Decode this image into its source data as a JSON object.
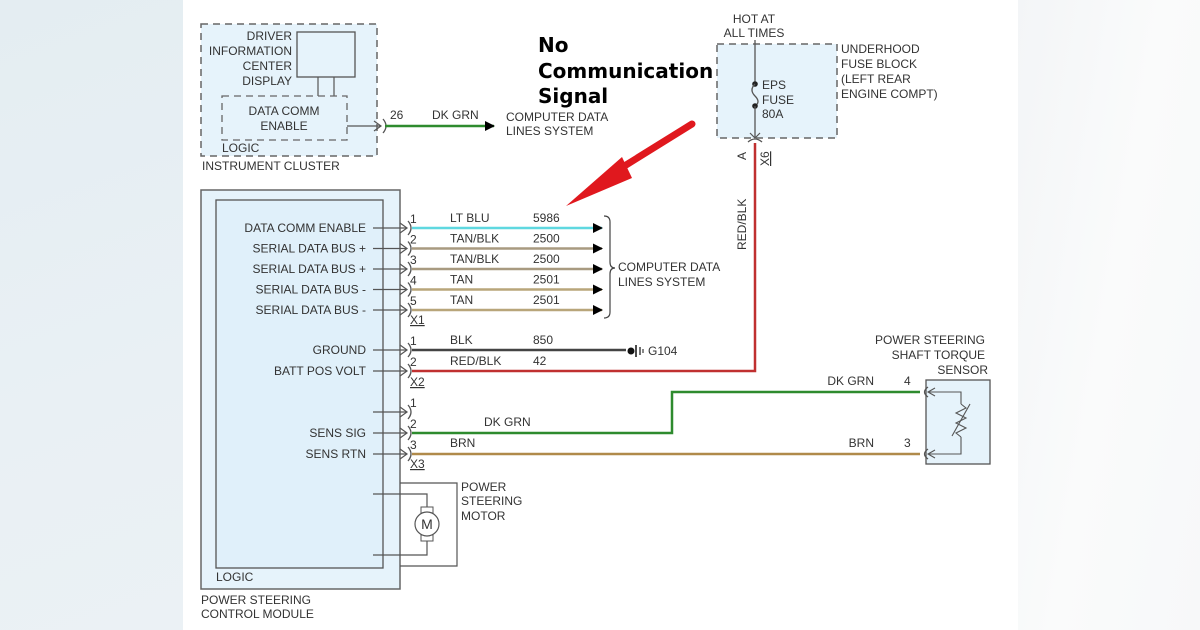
{
  "annotation": {
    "lines": [
      "No",
      "Communication",
      "Signal"
    ],
    "arrow_color": "#e0181e"
  },
  "instrument_cluster": {
    "name": "INSTRUMENT CLUSTER",
    "logic_label": "LOGIC",
    "display_label": [
      "DRIVER",
      "INFORMATION",
      "CENTER",
      "DISPLAY"
    ],
    "data_comm_label": [
      "DATA COMM",
      "ENABLE"
    ],
    "pin": "26",
    "wire_color_label": "DK GRN",
    "destination": [
      "COMPUTER DATA",
      "LINES SYSTEM"
    ]
  },
  "fuse_block": {
    "hot_label": [
      "HOT AT",
      "ALL TIMES"
    ],
    "name": [
      "UNDERHOOD",
      "FUSE BLOCK",
      "(LEFT REAR",
      "ENGINE COMPT)"
    ],
    "fuse_label": [
      "EPS",
      "FUSE",
      "80A"
    ],
    "pin": "A",
    "connector": "X6",
    "wire_color_label": "RED/BLK"
  },
  "control_module": {
    "name": [
      "POWER STEERING",
      "CONTROL MODULE"
    ],
    "logic_label": "LOGIC",
    "x1": {
      "connector": "X1",
      "destination": [
        "COMPUTER DATA",
        "LINES SYSTEM"
      ],
      "pins": [
        {
          "pin": "1",
          "signal": "DATA COMM ENABLE",
          "color": "LT BLU",
          "circuit": "5986",
          "hex": "#5fd8e0"
        },
        {
          "pin": "2",
          "signal": "SERIAL DATA BUS +",
          "color": "TAN/BLK",
          "circuit": "2500",
          "hex": "#a89a80"
        },
        {
          "pin": "3",
          "signal": "SERIAL DATA BUS +",
          "color": "TAN/BLK",
          "circuit": "2500",
          "hex": "#a89a80"
        },
        {
          "pin": "4",
          "signal": "SERIAL DATA BUS -",
          "color": "TAN",
          "circuit": "2501",
          "hex": "#b8a57a"
        },
        {
          "pin": "5",
          "signal": "SERIAL DATA BUS -",
          "color": "TAN",
          "circuit": "2501",
          "hex": "#b8a57a"
        }
      ]
    },
    "x2": {
      "connector": "X2",
      "ground_label": "G104",
      "pins": [
        {
          "pin": "1",
          "signal": "GROUND",
          "color": "BLK",
          "circuit": "850",
          "hex": "#444444"
        },
        {
          "pin": "2",
          "signal": "BATT POS VOLT",
          "color": "RED/BLK",
          "circuit": "42",
          "hex": "#c03030"
        }
      ]
    },
    "x3": {
      "connector": "X3",
      "pins": [
        {
          "pin": "1",
          "signal": "",
          "color": "",
          "circuit": ""
        },
        {
          "pin": "2",
          "signal": "SENS SIG",
          "color": "DK GRN",
          "circuit": "",
          "hex": "#2e8b2e"
        },
        {
          "pin": "3",
          "signal": "SENS RTN",
          "color": "BRN",
          "circuit": "",
          "hex": "#b08a4a"
        }
      ]
    }
  },
  "torque_sensor": {
    "name": [
      "POWER STEERING",
      "SHAFT TORQUE",
      "SENSOR"
    ],
    "pins": [
      {
        "pin": "4",
        "color": "DK GRN"
      },
      {
        "pin": "3",
        "color": "BRN"
      }
    ]
  },
  "motor": {
    "name": [
      "POWER",
      "STEERING",
      "MOTOR"
    ],
    "symbol": "M"
  }
}
